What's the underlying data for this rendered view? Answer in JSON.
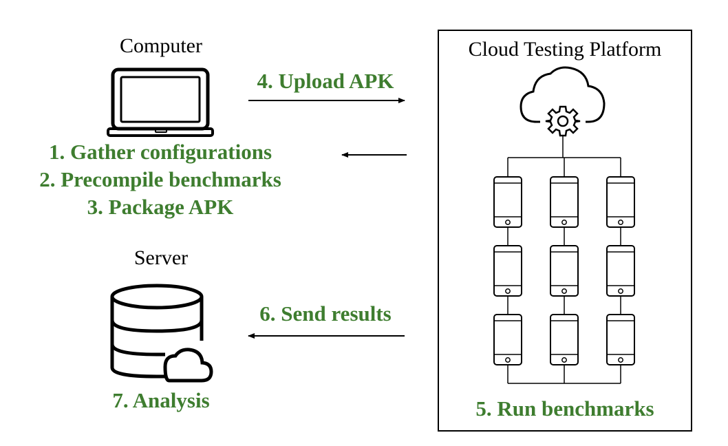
{
  "computer": {
    "title": "Computer",
    "steps": [
      "1. Gather configurations",
      "2. Precompile benchmarks",
      "3. Package APK"
    ]
  },
  "server": {
    "title": "Server",
    "step": "7. Analysis"
  },
  "cloud": {
    "title": "Cloud Testing Platform",
    "step": "5. Run benchmarks"
  },
  "arrows": {
    "upload": "4. Upload APK",
    "send": "6. Send results"
  },
  "colors": {
    "step_text": "#3e7d2f",
    "line": "#000000"
  },
  "icons": [
    "laptop-icon",
    "database-cloud-icon",
    "cloud-gear-icon",
    "phone-icon"
  ]
}
